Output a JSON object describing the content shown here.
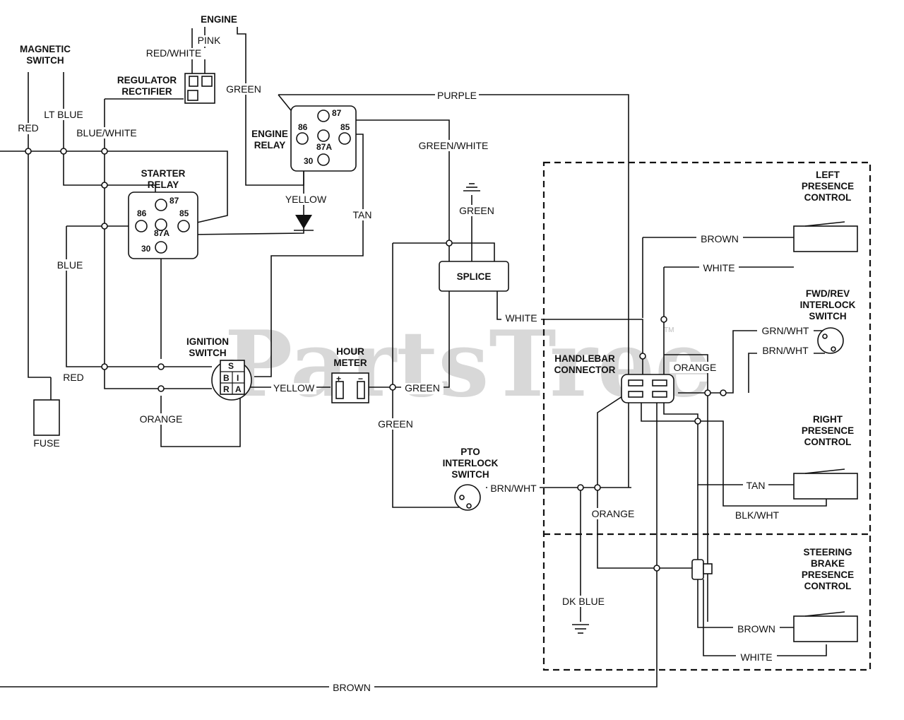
{
  "watermark": "PartsTree",
  "trademark": "TM",
  "components": {
    "magnetic_switch": [
      "MAGNETIC",
      "SWITCH"
    ],
    "engine": "ENGINE",
    "regulator_rectifier": [
      "REGULATOR",
      "RECTIFIER"
    ],
    "engine_relay": [
      "ENGINE",
      "RELAY"
    ],
    "starter_relay": [
      "STARTER",
      "RELAY"
    ],
    "ignition_switch": [
      "IGNITION",
      "SWITCH"
    ],
    "hour_meter": [
      "HOUR",
      "METER"
    ],
    "splice": "SPLICE",
    "fuse": "FUSE",
    "pto_interlock_switch": [
      "PTO",
      "INTERLOCK",
      "SWITCH"
    ],
    "handlebar_connector": [
      "HANDLEBAR",
      "CONNECTOR"
    ],
    "left_presence_control": [
      "LEFT",
      "PRESENCE",
      "CONTROL"
    ],
    "fwd_rev_interlock_switch": [
      "FWD/REV",
      "INTERLOCK",
      "SWITCH"
    ],
    "right_presence_control": [
      "RIGHT",
      "PRESENCE",
      "CONTROL"
    ],
    "steering_brake_presence_control": [
      "STEERING",
      "BRAKE",
      "PRESENCE",
      "CONTROL"
    ]
  },
  "relay_pins": {
    "engine_relay": [
      "87",
      "86",
      "85",
      "87A",
      "30"
    ],
    "starter_relay": [
      "87",
      "86",
      "85",
      "87A",
      "30"
    ]
  },
  "ignition_terminals": [
    "S",
    "I",
    "B",
    "R",
    "A"
  ],
  "hour_meter_terminals": [
    "+",
    "−"
  ],
  "wires": {
    "red_white": "RED/WHITE",
    "pink": "PINK",
    "green_top": "GREEN",
    "lt_blue": "LT BLUE",
    "red_left": "RED",
    "blue_white": "BLUE/WHITE",
    "purple": "PURPLE",
    "green_white": "GREEN/WHITE",
    "yellow_relay": "YELLOW",
    "tan_relay": "TAN",
    "blue": "BLUE",
    "green_ground": "GREEN",
    "white_splice": "WHITE",
    "red_ignition": "RED",
    "yellow_meter": "YELLOW",
    "green_meter": "GREEN",
    "orange_ignition": "ORANGE",
    "green_lower": "GREEN",
    "brn_wht_pto": "BRN/WHT",
    "orange_lower": "ORANGE",
    "dk_blue": "DK BLUE",
    "brown_bottom": "BROWN",
    "brown_left_presence": "BROWN",
    "white_left_presence": "WHITE",
    "grn_wht": "GRN/WHT",
    "brn_wht_fwd": "BRN/WHT",
    "orange_handlebar": "ORANGE",
    "tan_right": "TAN",
    "blk_wht": "BLK/WHT",
    "brown_steering": "BROWN",
    "white_steering": "WHITE"
  }
}
